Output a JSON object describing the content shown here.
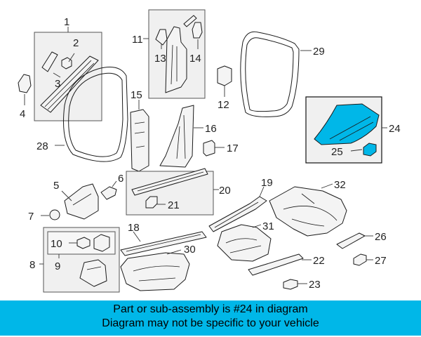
{
  "diagram": {
    "accent_color": "#00b7e8",
    "highlight_part": "24",
    "callouts": {
      "c1": "1",
      "c2": "2",
      "c3": "3",
      "c4": "4",
      "c5": "5",
      "c6": "6",
      "c7": "7",
      "c8": "8",
      "c9": "9",
      "c10": "10",
      "c11": "11",
      "c12": "12",
      "c13": "13",
      "c14": "14",
      "c15": "15",
      "c16": "16",
      "c17": "17",
      "c18": "18",
      "c19": "19",
      "c20": "20",
      "c21": "21",
      "c22": "22",
      "c23": "23",
      "c24": "24",
      "c25": "25",
      "c26": "26",
      "c27": "27",
      "c28": "28",
      "c29": "29",
      "c30": "30",
      "c31": "31",
      "c32": "32"
    }
  },
  "banner": {
    "color": "#00b7e8",
    "line1": "Part or sub-assembly is #24 in diagram",
    "line2": "Diagram may not be specific to your vehicle"
  }
}
